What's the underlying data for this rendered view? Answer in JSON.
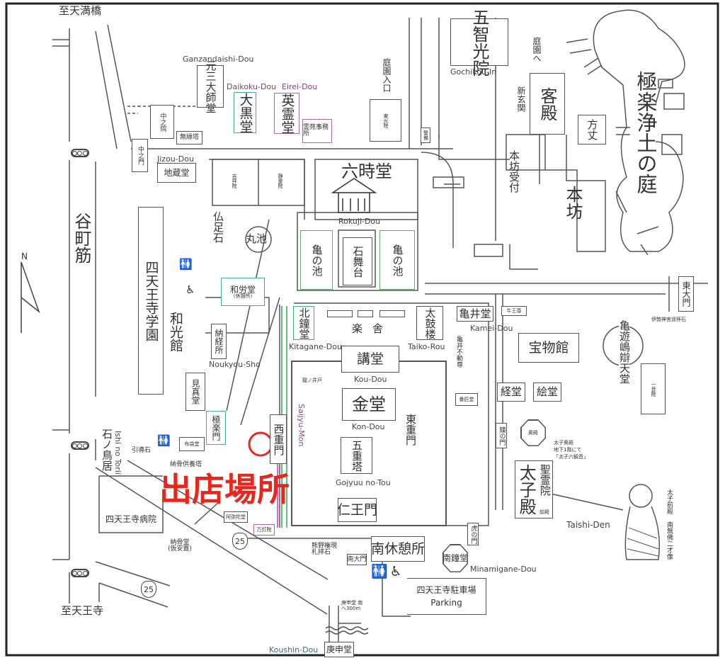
{
  "roads": {
    "to_tenmabashi": "至天満橋",
    "to_tennoji": "至天王寺",
    "tanimachi": "谷町筋",
    "route_number": "25"
  },
  "compass": {
    "north": "N"
  },
  "labels": {
    "ganzan_en": "Ganzandaishi-Dou",
    "ganzan_jp": "元三大師堂",
    "daikoku_en": "Daikoku-Dou",
    "daikoku_jp": "大黒堂",
    "eirei_en": "Eirei-Dou",
    "eirei_jp": "英霊堂",
    "reien": "霊苑事務所",
    "nakanoin": "中之院",
    "muen": "無縁塔",
    "nakanomon": "中之門",
    "jizou_en": "Jizou-Dou",
    "jizou_jp": "地蔵堂",
    "kisshoin": "吉祥院",
    "seireiin_small": "静霊院",
    "rokuji_jp": "六時堂",
    "rokuji_en": "Rokuji-Dou",
    "toukouin": "東光院",
    "keibi": "警備",
    "teien_iriguchi": "庭園入口",
    "gochi_jp": "五智光院",
    "gochi_en": "Gochikou-In",
    "teien_he": "庭園へ",
    "kyakuden": "客殿",
    "shingenkan": "新玄関",
    "houjou": "方丈",
    "gokuraku_garden": "極楽浄土の庭",
    "honbou_uketsuke": "本坊受付",
    "honbou": "本坊",
    "bussokuseki": "仏足石",
    "maruike": "丸池",
    "kamenoike_1": "亀の池",
    "ishibutai": "石舞台",
    "kamenoike_2": "亀の池",
    "gakuen": "四天王寺学園",
    "wakoukan": "和光館",
    "warou": "和労堂",
    "warou_sub": "(休憩所)",
    "higashi_daimon": "東大門",
    "ise": "伊勢神宮遥拝石",
    "goou": "牛王尊",
    "kamei_jp": "亀井堂",
    "kamei_en": "Kamei-Dou",
    "kamei_fudou": "亀井不動尊",
    "taiko_jp": "太鼓楼",
    "taiko_en": "Taiko-Rou",
    "kitagane_jp": "北鐘堂",
    "kitagane_en": "Kitagane-Dou",
    "gakusha": "楽舎",
    "noukyou_jp": "納経所",
    "noukyou_en": "Noukyou-Sho",
    "houmotsukan": "宝物館",
    "benten": "亀遊嶋辯天堂",
    "ichion": "一音院",
    "kou_jp": "講堂",
    "kou_en": "Kou-Dou",
    "ryu_well": "龍ノ井戸",
    "kon_jp": "金堂",
    "kon_en": "Kon-Dou",
    "kyoudou": "経堂",
    "edou": "絵堂",
    "banshou": "番匠堂",
    "kenshin": "見真堂",
    "gokurakumon": "極楽門",
    "saijyu_jp": "西重門",
    "saijyu_en": "Saijyu-Mon",
    "higashi_jyumon": "東重門",
    "gojyuu_jp": "五重塔",
    "gojyuu_en": "Gojyuu no-Tou",
    "kane_no_mon": "鐘の門",
    "nanden": "奥殿",
    "okuden_note_1": "太子奥殿",
    "okuden_note_2": "地下1階にて",
    "okuden_note_3": "「太子六観音」",
    "shouryouin": "聖霊院",
    "taishiden_jp": "太子殿",
    "zenden": "前殿",
    "taishiden_en": "Taishi-Den",
    "statue_caption": "太子前殿 南無佛二才像",
    "ishi_torii_jp": "石ノ鳥居",
    "ishi_torii_en": "Ishi no Torii",
    "indouseki": "引導石",
    "hoteidou": "布袋堂",
    "noukotsu_tou": "納骨供養塔",
    "amida": "阿弥陀堂",
    "mantouin": "万灯院",
    "hospital": "四天王寺病院",
    "noukotsudou": "納骨堂",
    "noukotsudou_sub": "(仮安置)",
    "kumano": "熊野権現札拝石",
    "nandaimon": "南大門",
    "minami_rest": "南休憩所",
    "minamigane_jp": "南鐘堂",
    "minamigane_en": "Minamigane-Dou",
    "niou": "仁王門",
    "tora_no_mon": "虎の門",
    "parking_jp": "四天王寺駐車場",
    "parking_en": "Parking",
    "koushin_dir": "庚申堂 南へ300m",
    "koushin_en": "Koushin-Dou",
    "koushin_jp": "庚申堂"
  },
  "highlight": {
    "label": "出店場所",
    "color": "#e8261c"
  }
}
